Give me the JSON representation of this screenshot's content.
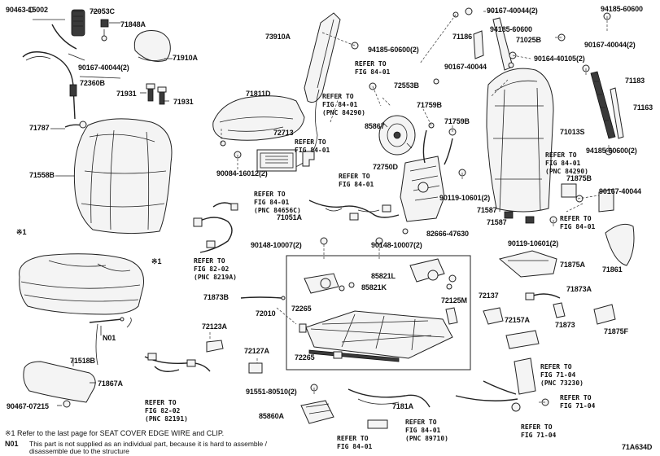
{
  "labels": {
    "p90463_15002": "90463-15002",
    "p72053C": "72053C",
    "p71848A": "71848A",
    "p90167_40044_2a": "90167-40044(2)",
    "p71910A": "71910A",
    "p72360B": "72360B",
    "p71931a": "71931",
    "p71931b": "71931",
    "p71787": "71787",
    "p71558B": "71558B",
    "p73910A": "73910A",
    "p94185_60600_2a": "94185-60600(2)",
    "p90167_40044_2b": "90167-40044(2)",
    "p94185_60600a": "94185-60600",
    "p71186": "71186",
    "p71025B": "71025B",
    "p90167_40044a": "90167-40044",
    "p90164_40105_2": "90164-40105(2)",
    "p94185_60600b": "94185-60600",
    "p90167_40044_2c": "90167-40044(2)",
    "p71183": "71183",
    "p71163": "71163",
    "p72553B": "72553B",
    "p71811D": "71811D",
    "p71759B_a": "71759B",
    "p85867": "85867",
    "p71759B_b": "71759B",
    "p72713": "72713",
    "p71013S": "71013S",
    "p94185_60600_2b": "94185-60600(2)",
    "p90084_16012_2": "90084-16012(2)",
    "p72750D": "72750D",
    "p71875B": "71875B",
    "p90167_40044b": "90167-40044",
    "p90119_10601_2a": "90119-10601(2)",
    "p71587a": "71587",
    "p71587b": "71587",
    "p71051A": "71051A",
    "p82666_47630": "82666-47630",
    "p90148_10007_2a": "90148-10007(2)",
    "p90148_10007_2b": "90148-10007(2)",
    "p90119_10601_2b": "90119-10601(2)",
    "p71861": "71861",
    "p71875A": "71875A",
    "p85821L": "85821L",
    "p85821K": "85821K",
    "p71873B": "71873B",
    "p72010": "72010",
    "p72265a": "72265",
    "p72125M": "72125M",
    "p72137": "72137",
    "p71873A": "71873A",
    "p72157A": "72157A",
    "p71873": "71873",
    "p71875F": "71875F",
    "p72123A": "72123A",
    "pN01": "N01",
    "p71518B": "71518B",
    "p72127A": "72127A",
    "p72265b": "72265",
    "p71867A": "71867A",
    "p90467_07215": "90467-07215",
    "p91551_80510_2": "91551-80510(2)",
    "p85860A": "85860A",
    "p71814A": "7181A",
    "p71A634D": "71A634D",
    "ast1a": "※1",
    "ast1b": "※1"
  },
  "refs": {
    "r_84_01_a": "REFER TO\nFIG 84-01",
    "r_84_01_84290a": "REFER TO\nFIG 84-01\n(PNC 84290)",
    "r_84_01_b": "REFER TO\nFIG 84-01",
    "r_84_01_c": "REFER TO\nFIG 84-01",
    "r_84_01_84656C": "REFER TO\nFIG 84-01\n(PNC 84656C)",
    "r_84_01_84290b": "REFER TO\nFIG 84-01\n(PNC 84290)",
    "r_84_01_d": "REFER TO\nFIG 84-01",
    "r_82_02_8219A": "REFER TO\nFIG 82-02\n(PNC 8219A)",
    "r_82_02_82191": "REFER TO\nFIG 82-02\n(PNC 82191)",
    "r_71_04_73230": "REFER TO\nFIG 71-04\n(PNC 73230)",
    "r_71_04": "REFER TO\nFIG 71-04",
    "r_84_01_89710": "REFER TO\nFIG 84-01\n(PNC 89710)",
    "r_84_01_e": "REFER TO\nFIG 84-01",
    "r_71_04_b": "REFER TO\nFIG 71-04"
  },
  "footnotes": {
    "note1": "※1 Refer to the last page for SEAT COVER EDGE WIRE and CLIP.",
    "note2_key": "N01",
    "note2_a": "This part is not supplied as an individual part, because it is hard to assemble /",
    "note2_b": "disassemble due to the structure"
  }
}
